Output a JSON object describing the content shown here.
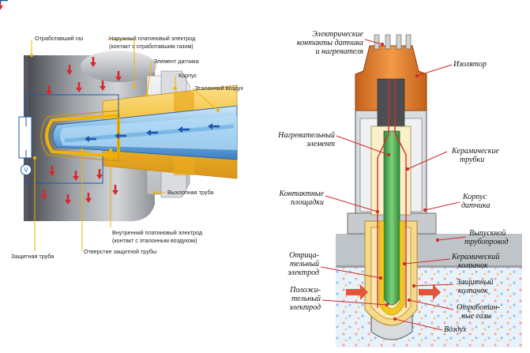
{
  "left_diagram": {
    "labels": {
      "exhaust_gas": "Отработавший газ",
      "outer_electrode_l1": "Наружный платиновый электрод",
      "outer_electrode_l2": "(контакт с отработавшим газом)",
      "sensor_element": "Элемент датчика",
      "housing": "Корпус",
      "reference_air": "Эталонный воздух",
      "exhaust_pipe": "Выхлопная труба",
      "inner_electrode_l1": "Внутренний платиновый электрод",
      "inner_electrode_l2": "(контакт с эталонным воздухом)",
      "protective_tube": "Защитная труба",
      "protective_tube_hole": "Отверстие защитной трубы"
    },
    "voltmeter_symbol": "V",
    "colors": {
      "leader": "#f0b400",
      "gas_arrow": "#d8282e",
      "air_arrow": "#2f6fc2",
      "housing_gold": "#f5c23c",
      "ceramic_blue": "#8fc6ec"
    }
  },
  "right_diagram": {
    "labels": {
      "terminals_l1": "Электрические",
      "terminals_l2": "контакты датчика",
      "terminals_l3": "и нагревателя",
      "insulator": "Изолятор",
      "heater_l1": "Нагревательный",
      "heater_l2": "элемент",
      "ceramic_tubes_l1": "Керамические",
      "ceramic_tubes_l2": "трубки",
      "contact_pads_l1": "Контактные",
      "contact_pads_l2": "площадки",
      "sensor_body_l1": "Корпус",
      "sensor_body_l2": "датчика",
      "exhaust_pipeline_l1": "Выпускной",
      "exhaust_pipeline_l2": "трубопровод",
      "ceramic_cap_l1": "Керамический",
      "ceramic_cap_l2": "колпачок",
      "protective_cap_l1": "Защитный",
      "protective_cap_l2": "колпачок",
      "negative_electrode_l1": "Отрица-",
      "negative_electrode_l2": "тельный",
      "negative_electrode_l3": "электрод",
      "positive_electrode_l1": "Положи-",
      "positive_electrode_l2": "тельный",
      "positive_electrode_l3": "электрод",
      "exhaust_gases_l1": "Отработан-",
      "exhaust_gases_l2": "ные газы",
      "air": "Воздух"
    },
    "colors": {
      "leader": "#d22828",
      "heater_green": "#4caf50",
      "body_orange": "#e07a2a",
      "pipe_gray": "#b8bec4"
    }
  }
}
